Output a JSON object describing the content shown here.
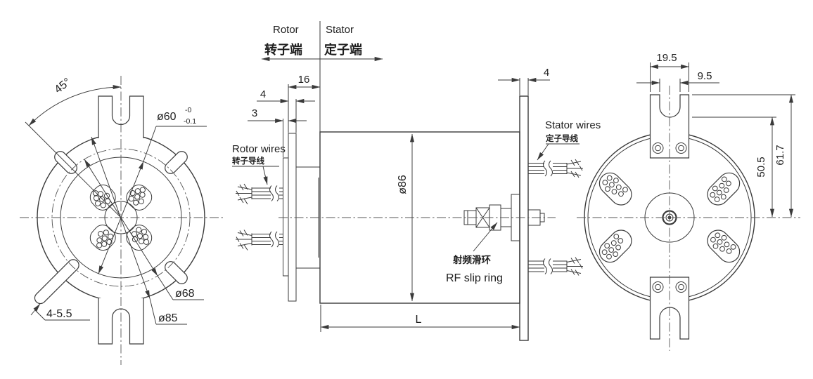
{
  "header": {
    "rotor_en": "Rotor",
    "rotor_zh": "转子端",
    "stator_en": "Stator",
    "stator_zh": "定子端"
  },
  "front_view": {
    "angle_label": "45°",
    "dia60": "ø60",
    "dia60_tol_upper": "-0",
    "dia60_tol_lower": "-0.1",
    "dia68": "ø68",
    "dia85": "ø85",
    "mount_holes": "4-5.5"
  },
  "side_view": {
    "dim16": "16",
    "dim4_rotor": "4",
    "dim3": "3",
    "rotor_wires_en": "Rotor wires",
    "rotor_wires_zh": "转子导线",
    "stator_wires_en": "Stator wires",
    "stator_wires_zh": "定子导线",
    "dia86": "ø86",
    "dim4_stator": "4",
    "rf_label_zh": "射频滑环",
    "rf_label_en": "RF slip ring",
    "length_label": "L"
  },
  "rear_view": {
    "fork_width": "19.5",
    "slot_width": "9.5",
    "slot_height": "50.5",
    "fork_height": "61.7"
  },
  "colors": {
    "line": "#3a3a3a",
    "background": "#ffffff"
  }
}
